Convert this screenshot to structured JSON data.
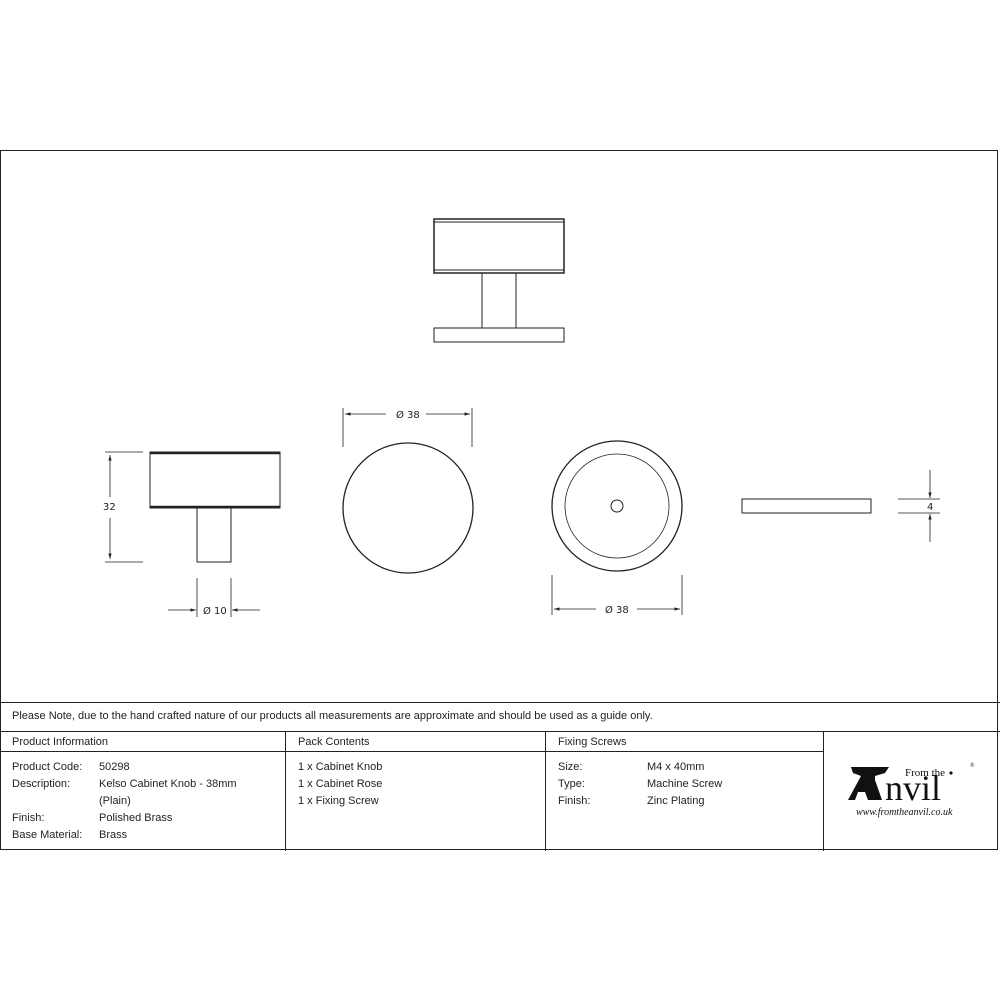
{
  "drawing": {
    "dimensions": {
      "knob_height": "32",
      "spindle_diameter": "Ø 10",
      "knob_diameter": "Ø 38",
      "rose_diameter": "Ø 38",
      "rose_thickness": "4"
    }
  },
  "note": "Please Note, due to the hand crafted nature of our products all measurements are approximate and should be used as a guide only.",
  "product_info": {
    "title": "Product Information",
    "rows": [
      {
        "label": "Product Code:",
        "value": "50298"
      },
      {
        "label": "Description:",
        "value": "Kelso Cabinet Knob - 38mm"
      },
      {
        "label": "",
        "value": "(Plain)"
      },
      {
        "label": "Finish:",
        "value": "Polished Brass"
      },
      {
        "label": "Base Material:",
        "value": "Brass"
      }
    ]
  },
  "pack_contents": {
    "title": "Pack Contents",
    "items": [
      "1 x Cabinet Knob",
      "1 x Cabinet Rose",
      "1 x Fixing Screw"
    ]
  },
  "fixing_screws": {
    "title": "Fixing Screws",
    "rows": [
      {
        "label": "Size:",
        "value": "M4 x 40mm"
      },
      {
        "label": "Type:",
        "value": "Machine Screw"
      },
      {
        "label": "Finish:",
        "value": "Zinc Plating"
      }
    ]
  },
  "logo": {
    "from_the": "From the",
    "brand": "nvil",
    "url": "www.fromtheanvil.co.uk",
    "registered": "®"
  }
}
